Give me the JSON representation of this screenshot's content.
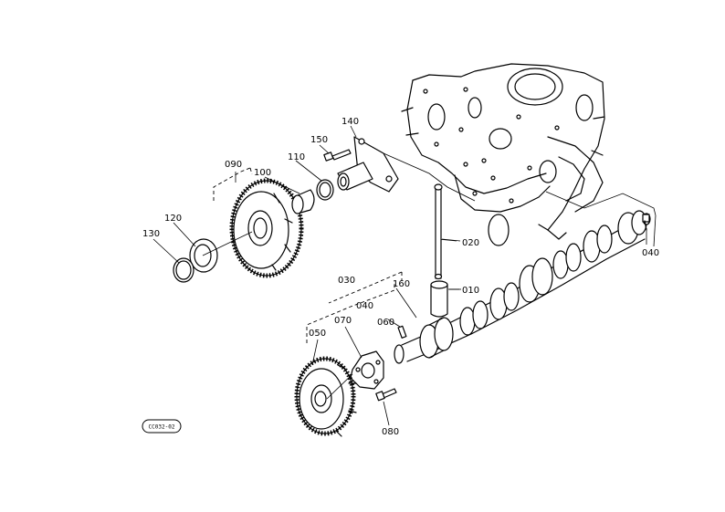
{
  "labels": {
    "p010": "010",
    "p020": "020",
    "p030": "030",
    "p040a": "040",
    "p040b": "040",
    "p050": "050",
    "p060": "060",
    "p070": "070",
    "p080": "080",
    "p090": "090",
    "p100": "100",
    "p110": "110",
    "p120": "120",
    "p130": "130",
    "p140": "140",
    "p150": "150",
    "p160": "160"
  },
  "drawing_code": "CC032-02"
}
